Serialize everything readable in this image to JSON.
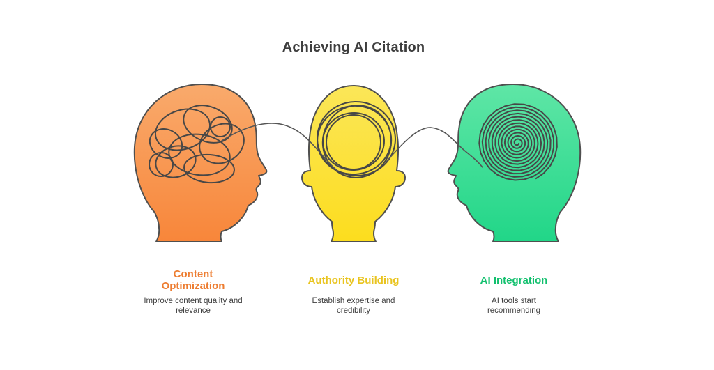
{
  "title": "Achieving AI Citation",
  "steps": [
    {
      "label": "Content Optimization",
      "description": "Improve content quality and relevance",
      "accent_color": "#ED7D31",
      "head_color": "#F8873B",
      "icon": "tangled-thoughts-head"
    },
    {
      "label": "Authority Building",
      "description": "Establish expertise and credibility",
      "accent_color": "#E9C41F",
      "head_color": "#FCDD1E",
      "icon": "looping-thoughts-head"
    },
    {
      "label": "AI Integration",
      "description": "AI tools start recommending",
      "accent_color": "#12C06E",
      "head_color": "#21D688",
      "icon": "spiral-thoughts-head"
    }
  ],
  "colors": {
    "background": "#FFFFFF",
    "title_text": "#3E3E3E",
    "body_text": "#404040",
    "outline": "#4F4F4F"
  }
}
